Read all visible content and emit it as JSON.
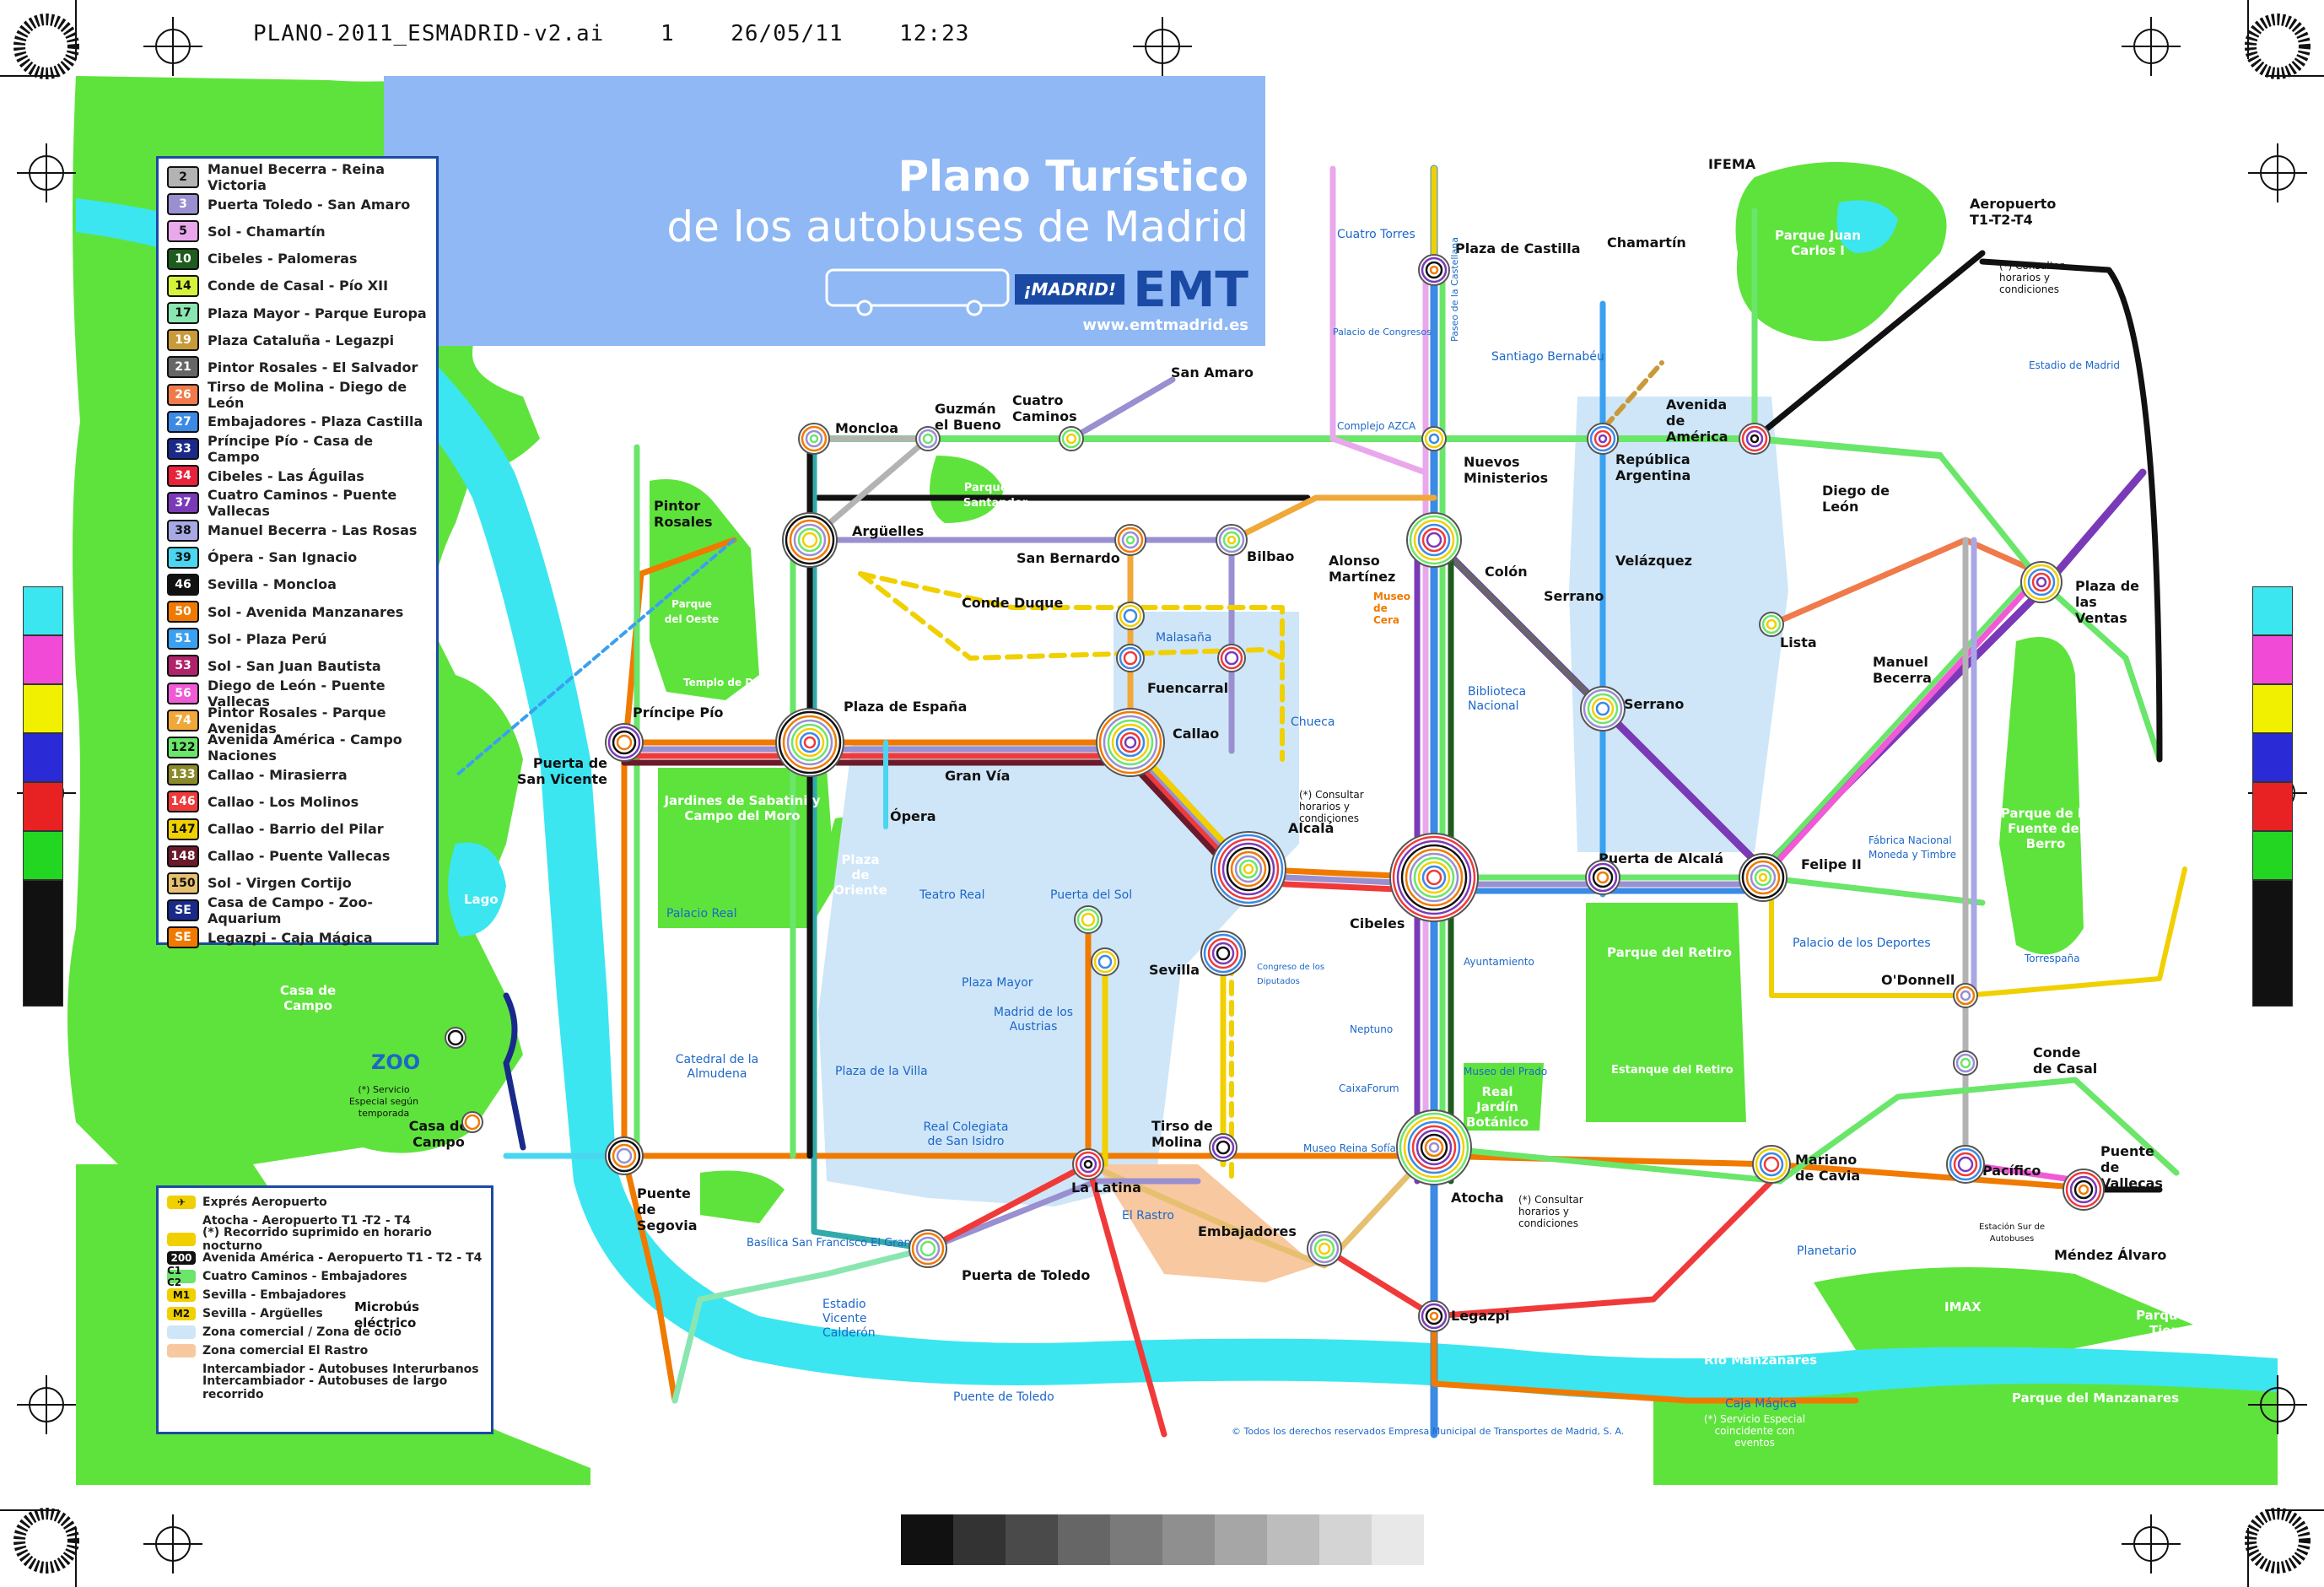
{
  "print_header": {
    "file": "PLANO-2011_ESMADRID-v2.ai",
    "page": "1",
    "date": "26/05/11",
    "time": "12:23"
  },
  "title": {
    "line1": "Plano Turístico",
    "line2": "de los autobuses de Madrid",
    "madrid_logo": "¡MADRID!",
    "emt": "EMT",
    "website": "www.emtmadrid.es"
  },
  "routes": [
    {
      "num": "2",
      "name": "Manuel Becerra - Reina Victoria",
      "color": "#b3b3b3"
    },
    {
      "num": "3",
      "name": "Puerta Toledo - San Amaro",
      "color": "#9a8fd0"
    },
    {
      "num": "5",
      "name": "Sol - Chamartín",
      "color": "#e9a8ec"
    },
    {
      "num": "10",
      "name": "Cibeles - Palomeras",
      "color": "#1e5c1e"
    },
    {
      "num": "14",
      "name": "Conde de Casal - Pío XII",
      "color": "#d7f23a"
    },
    {
      "num": "17",
      "name": "Plaza Mayor - Parque Europa",
      "color": "#8ae6b0"
    },
    {
      "num": "19",
      "name": "Plaza Cataluña - Legazpi",
      "color": "#c89a3a"
    },
    {
      "num": "21",
      "name": "Pintor Rosales - El Salvador",
      "color": "#666666"
    },
    {
      "num": "26",
      "name": "Tirso de Molina - Diego de León",
      "color": "#f07a4a"
    },
    {
      "num": "27",
      "name": "Embajadores - Plaza Castilla",
      "color": "#3a8ae6"
    },
    {
      "num": "33",
      "name": "Príncipe Pío - Casa de Campo",
      "color": "#1a2a8a"
    },
    {
      "num": "34",
      "name": "Cibeles - Las Águilas",
      "color": "#e8223a"
    },
    {
      "num": "37",
      "name": "Cuatro Caminos - Puente Vallecas",
      "color": "#7a3ab8"
    },
    {
      "num": "38",
      "name": "Manuel Becerra - Las Rosas",
      "color": "#a8a8e6"
    },
    {
      "num": "39",
      "name": "Ópera - San Ignacio",
      "color": "#4ad6f0"
    },
    {
      "num": "46",
      "name": "Sevilla - Moncloa",
      "color": "#111111"
    },
    {
      "num": "50",
      "name": "Sol - Avenida Manzanares",
      "color": "#f07a00"
    },
    {
      "num": "51",
      "name": "Sol - Plaza Perú",
      "color": "#3aa0f0"
    },
    {
      "num": "53",
      "name": "Sol - San Juan Bautista",
      "color": "#b0226a"
    },
    {
      "num": "56",
      "name": "Diego de León - Puente Vallecas",
      "color": "#f05ad6"
    },
    {
      "num": "74",
      "name": "Pintor Rosales - Parque Avenidas",
      "color": "#f0a83a"
    },
    {
      "num": "122",
      "name": "Avenida América - Campo Naciones",
      "color": "#6ae66a"
    },
    {
      "num": "133",
      "name": "Callao - Mirasierra",
      "color": "#8a8a2a"
    },
    {
      "num": "146",
      "name": "Callao - Los Molinos",
      "color": "#f03a3a"
    },
    {
      "num": "147",
      "name": "Callao - Barrio del Pilar",
      "color": "#f0d000"
    },
    {
      "num": "148",
      "name": "Callao - Puente Vallecas",
      "color": "#6a1a2a"
    },
    {
      "num": "150",
      "name": "Sol - Virgen Cortijo",
      "color": "#e6c070"
    },
    {
      "num": "SE",
      "name": "Casa de Campo - Zoo-Aquarium",
      "color": "#1a2a8a"
    },
    {
      "num": "SE",
      "name": "Legazpi - Caja Mágica",
      "color": "#f07a00"
    }
  ],
  "legend2": [
    {
      "sym": "✈",
      "text": "Exprés Aeropuerto",
      "color": "#f0d000"
    },
    {
      "sym": "",
      "text": "Atocha - Aeropuerto T1 -T2 - T4",
      "color": "#ffffff"
    },
    {
      "sym": "",
      "text": "(*) Recorrido suprimido en horario nocturno",
      "color": "#f0d000"
    },
    {
      "sym": "200",
      "text": "Avenida América - Aeropuerto T1 - T2 - T4",
      "color": "#111111"
    },
    {
      "sym": "C1 C2",
      "text": "Cuatro Caminos - Embajadores",
      "color": "#6ae66a"
    },
    {
      "sym": "M1",
      "text": "Sevilla - Embajadores",
      "color": "#f0d000"
    },
    {
      "sym": "M2",
      "text": "Sevilla - Argüelles",
      "color": "#f0d000"
    },
    {
      "sym": "",
      "text": "Zona comercial / Zona de ocio",
      "color": "#cfe6f8"
    },
    {
      "sym": "",
      "text": "Zona comercial El Rastro",
      "color": "#f8c8a0"
    },
    {
      "sym": "",
      "text": "Intercambiador - Autobuses Interurbanos",
      "color": "#ffffff"
    },
    {
      "sym": "",
      "text": "Intercambiador - Autobuses de largo recorrido",
      "color": "#ffffff"
    }
  ],
  "microbus": "Microbús eléctrico",
  "stops": [
    {
      "name": "Moncloa"
    },
    {
      "name": "Guzmán el Bueno"
    },
    {
      "name": "Cuatro Caminos"
    },
    {
      "name": "San Amaro"
    },
    {
      "name": "Nuevos Ministerios"
    },
    {
      "name": "República Argentina"
    },
    {
      "name": "Avenida de América"
    },
    {
      "name": "Aeropuerto T1-T2-T4"
    },
    {
      "name": "Pintor Rosales"
    },
    {
      "name": "Argüelles"
    },
    {
      "name": "San Bernardo"
    },
    {
      "name": "Bilbao"
    },
    {
      "name": "Alonso Martínez"
    },
    {
      "name": "Colón"
    },
    {
      "name": "Velázquez"
    },
    {
      "name": "Serrano"
    },
    {
      "name": "Diego de León"
    },
    {
      "name": "Plaza de las Ventas"
    },
    {
      "name": "Conde Duque"
    },
    {
      "name": "Lista"
    },
    {
      "name": "Manuel Becerra"
    },
    {
      "name": "Príncipe Pío"
    },
    {
      "name": "Plaza de España"
    },
    {
      "name": "Fuencarral"
    },
    {
      "name": "Callao"
    },
    {
      "name": "Gran Vía"
    },
    {
      "name": "Ópera"
    },
    {
      "name": "Alcalá"
    },
    {
      "name": "Puerta de Alcalá"
    },
    {
      "name": "Felipe II"
    },
    {
      "name": "Puerta de San Vicente"
    },
    {
      "name": "Sevilla"
    },
    {
      "name": "Cibeles"
    },
    {
      "name": "O'Donnell"
    },
    {
      "name": "Conde de Casal"
    },
    {
      "name": "Tirso de Molina"
    },
    {
      "name": "Puente de Segovia"
    },
    {
      "name": "La Latina"
    },
    {
      "name": "Embajadores"
    },
    {
      "name": "Atocha"
    },
    {
      "name": "Mariano de Cavia"
    },
    {
      "name": "Pacífico"
    },
    {
      "name": "Puente de Vallecas"
    },
    {
      "name": "Puerta de Toledo"
    },
    {
      "name": "Legazpi"
    },
    {
      "name": "Méndez Álvaro"
    },
    {
      "name": "Casa de Campo"
    },
    {
      "name": "Plaza de Castilla"
    },
    {
      "name": "Chamartín"
    },
    {
      "name": "IFEMA"
    }
  ],
  "places_blue": [
    "Cuatro Torres",
    "Palacio de Congresos",
    "Complejo AZCA",
    "Santiago Bernabéu",
    "Estadio de Madrid",
    "Biblioteca Nacional",
    "Malasaña",
    "Chueca",
    "Teatro Real",
    "Puerta del Sol",
    "Palacio Real",
    "Plaza Mayor",
    "Madrid de los Austrias",
    "Plaza de la Villa",
    "Catedral de la Almudena",
    "Real Colegiata de San Isidro",
    "Congreso de los Diputados",
    "Neptuno",
    "CaixaForum",
    "Museo Reina Sofía",
    "Ayuntamiento",
    "Museo del Prado",
    "Palacio de los Deportes",
    "Fábrica Nacional Moneda y Timbre",
    "Torrespaña",
    "Basílica San Francisco El Grande",
    "Estadio Vicente Calderón",
    "Puente de Toledo",
    "El Rastro",
    "Planetario",
    "IMAX",
    "Caja Mágica",
    "Río Manzanares",
    "Templo de Debod"
  ],
  "places_green": [
    "Parque Juan Carlos I",
    "Parque de Santander",
    "Parque del Oeste",
    "Jardines de Sabatini y Campo del Moro",
    "Plaza de Oriente",
    "Parque del Retiro",
    "Estanque del Retiro",
    "Real Jardín Botánico",
    "Parque de la Fuente del Berro",
    "Casa de Campo",
    "Lago",
    "Parque de Tierno Galván",
    "Parque del Manzanares"
  ],
  "notes": {
    "consult": "(*) Consultar horarios y condiciones",
    "zoo_special": "(*) Servicio Especial según temporada",
    "caja_special": "(*) Servicio Especial coincidente con eventos",
    "station_south": "Estación Sur de Autobuses",
    "copyright": "© Todos los derechos reservados Empresa Municipal de Transportes de Madrid, S. A."
  },
  "misc": {
    "paseo": "Paseo de la Castellana",
    "museo_cera": "Museo de Cera",
    "zoo": "ZOO"
  }
}
